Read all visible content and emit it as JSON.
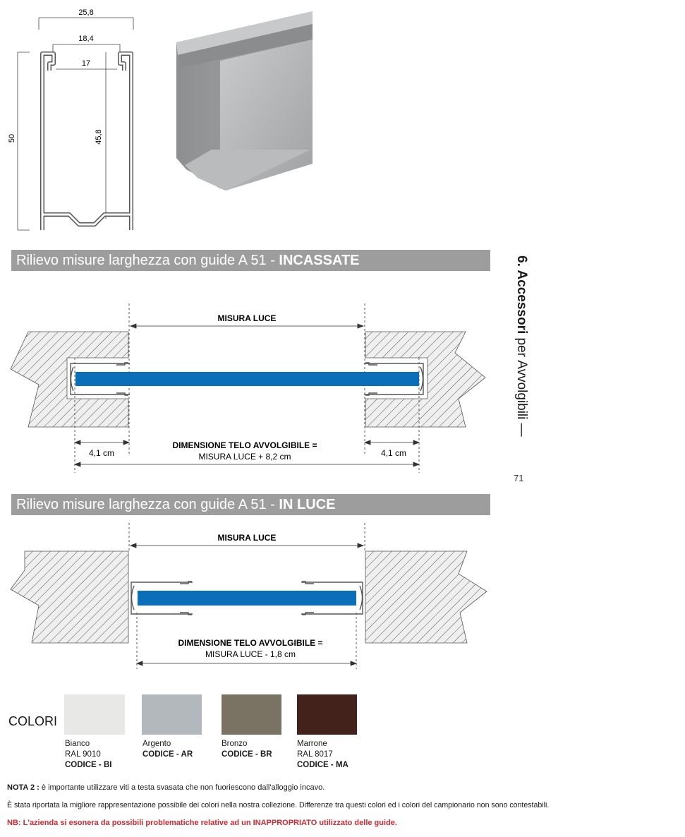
{
  "profile": {
    "dim_total_width": "25,8",
    "dim_mid_width": "18,4",
    "dim_inner_width": "17",
    "dim_height": "50",
    "dim_inner_height": "45,8"
  },
  "sections": {
    "incassate": {
      "title_prefix": "Rilievo misure larghezza con guide A 51 - ",
      "title_bold": "INCASSATE",
      "misura_luce": "MISURA LUCE",
      "left_offset": "4,1 cm",
      "right_offset": "4,1 cm",
      "formula_title": "DIMENSIONE TELO AVVOLGIBILE =",
      "formula_value": "MISURA LUCE + 8,2 cm"
    },
    "in_luce": {
      "title_prefix": "Rilievo misure larghezza con guide A 51 - ",
      "title_bold": "IN LUCE",
      "misura_luce": "MISURA LUCE",
      "formula_title": "DIMENSIONE TELO AVVOLGIBILE =",
      "formula_value": "MISURA LUCE - 1,8 cm"
    }
  },
  "side": {
    "chapter_bold": "6. Accessori",
    "chapter_rest": " per Avvolgibili —",
    "page_number": "71"
  },
  "colors": {
    "label": "COLORI",
    "items": [
      {
        "name": "Bianco",
        "ral": "RAL 9010",
        "code": "CODICE - BI",
        "hex": "#e8e8e6"
      },
      {
        "name": "Argento",
        "ral": "",
        "code": "CODICE - AR",
        "hex": "#b3b8bc"
      },
      {
        "name": "Bronzo",
        "ral": "",
        "code": "CODICE - BR",
        "hex": "#7a7263"
      },
      {
        "name": "Marrone",
        "ral": "RAL 8017",
        "code": "CODICE - MA",
        "hex": "#43221c"
      }
    ]
  },
  "notes": {
    "nota2_label": "NOTA 2 :",
    "nota2_text": " è importante utilizzare viti a testa svasata che non fuoriescono dall'alloggio incavo.",
    "disclaimer": "È stata riportata la migliore rappresentazione possibile dei colori nella nostra collezione. Differenze tra questi colori ed i colori del campionario non sono contestabili.",
    "nb": "NB: L'azienda si esonera da possibili problematiche relative ad un INAPPROPRIATO utilizzato delle guide."
  },
  "accent_blue": "#0a6fb8",
  "note_red": "#d7262f"
}
